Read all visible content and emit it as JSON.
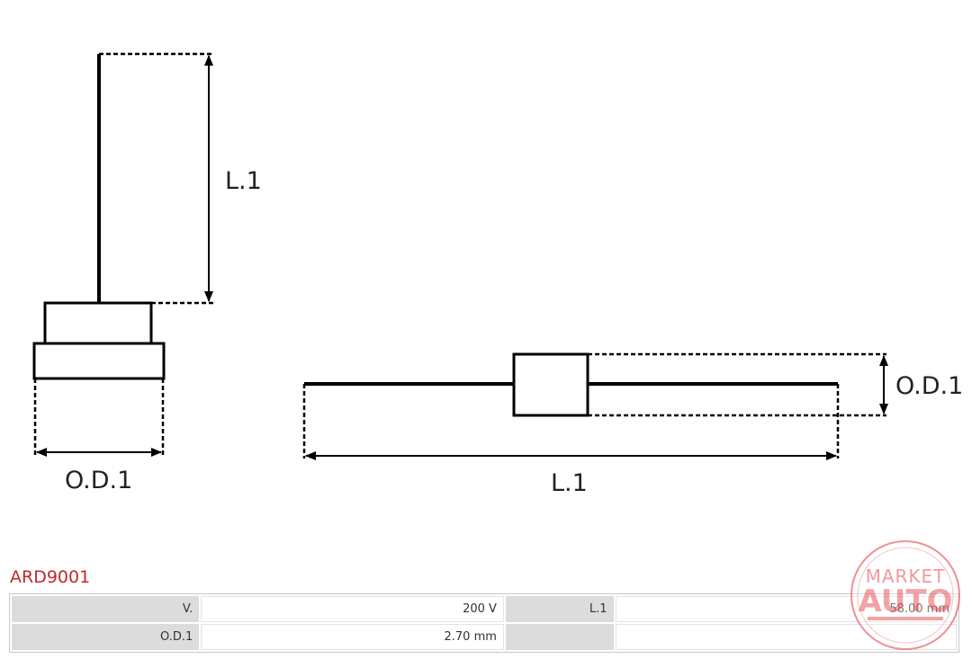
{
  "diagram": {
    "left_view": {
      "length_label": "L.1",
      "diameter_label": "O.D.1"
    },
    "right_view": {
      "length_label": "L.1",
      "diameter_label": "O.D.1"
    }
  },
  "product": {
    "code": "ARD9001"
  },
  "specs": {
    "rows": [
      [
        {
          "label": "V.",
          "value": "200 V"
        },
        {
          "label": "L.1",
          "value": "58.00 mm"
        }
      ],
      [
        {
          "label": "O.D.1",
          "value": "2.70 mm"
        },
        {
          "label": "",
          "value": ""
        }
      ]
    ]
  },
  "watermark": {
    "line1": "MARKET",
    "line2": "AUTO",
    "color": "#e5333a"
  },
  "colors": {
    "part_code": "#c0272d",
    "label_cell": "#dcdcdc",
    "line": "#000000"
  }
}
